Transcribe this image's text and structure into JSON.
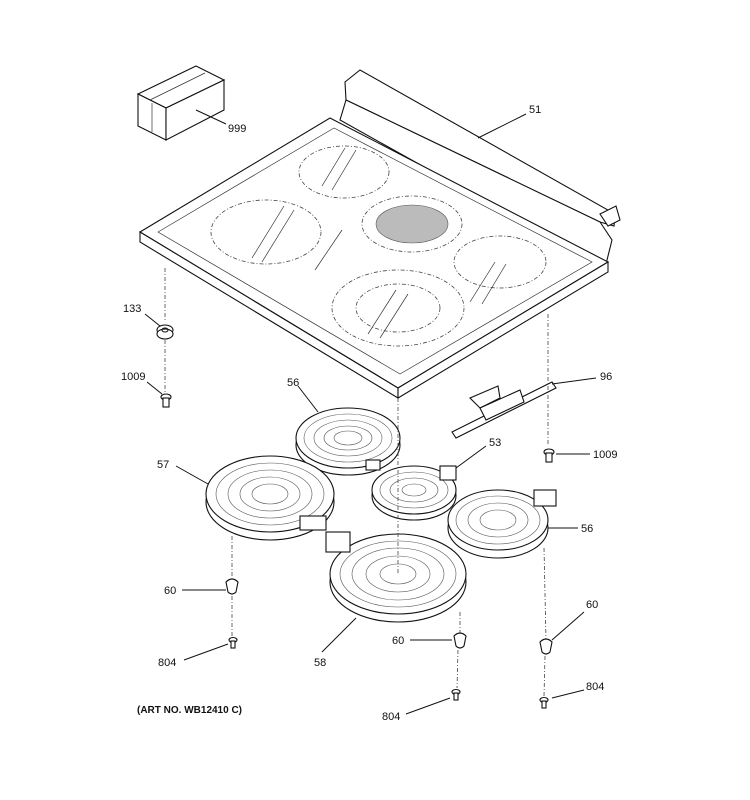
{
  "labels": {
    "p999": "999",
    "p51": "51",
    "p133": "133",
    "p1009a": "1009",
    "p96": "96",
    "p56a": "56",
    "p1009b": "1009",
    "p53": "53",
    "p57": "57",
    "p56b": "56",
    "p60a": "60",
    "p60b": "60",
    "p804a": "804",
    "p58": "58",
    "p60c": "60",
    "p804b": "804",
    "p804c": "804"
  },
  "art_number": "(ART NO. WB12410 C)"
}
